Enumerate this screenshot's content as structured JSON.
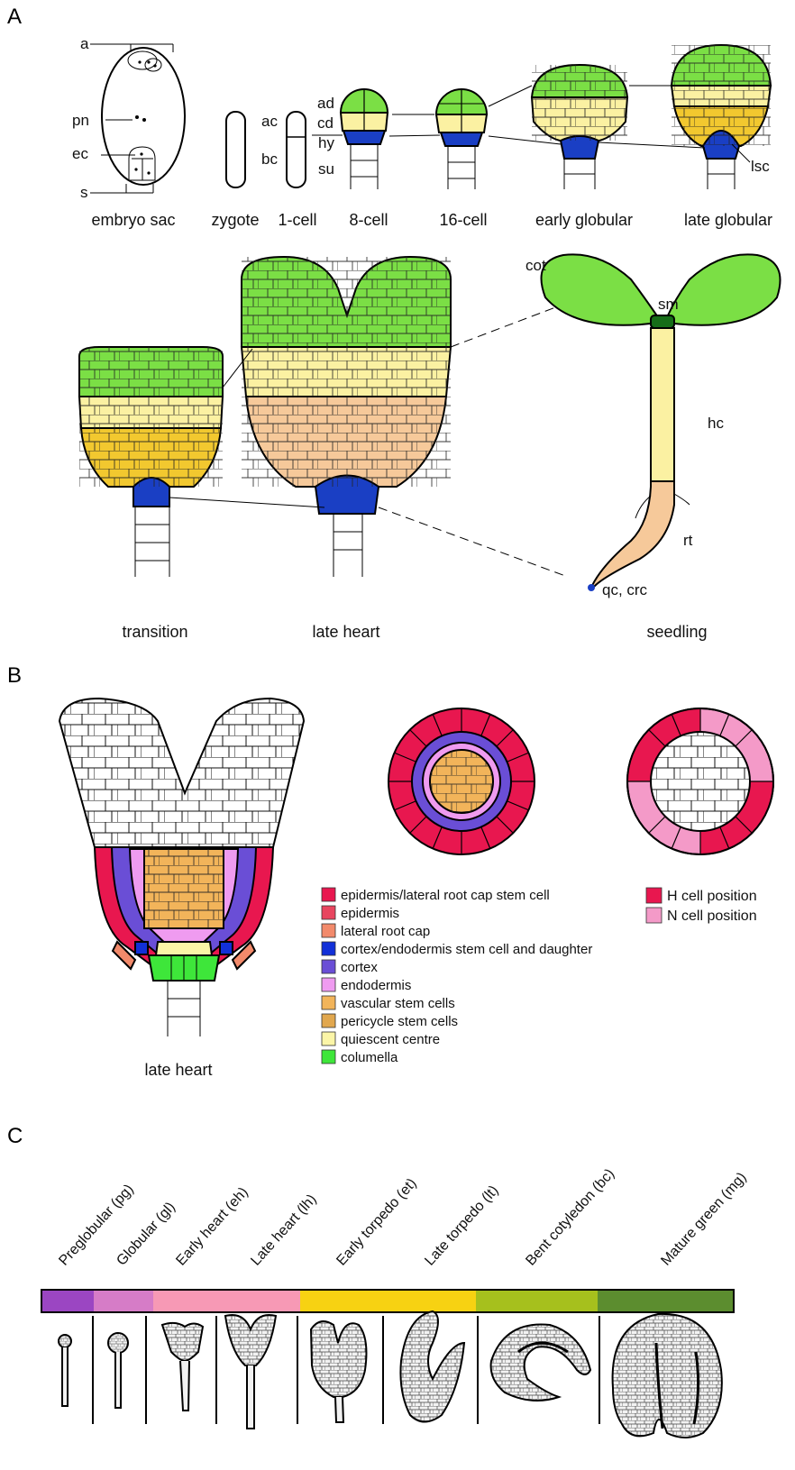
{
  "panels": {
    "a": "A",
    "b": "B",
    "c": "C"
  },
  "panel_a": {
    "embryo_sac_parts": [
      "a",
      "pn",
      "ec",
      "s"
    ],
    "cell_labels": [
      "ac",
      "bc",
      "ad",
      "cd",
      "hy",
      "su",
      "lsc"
    ],
    "stages_top": [
      "embryo sac",
      "zygote",
      "1-cell",
      "8-cell",
      "16-cell",
      "early globular",
      "late globular"
    ],
    "stages_bottom": [
      "transition",
      "late heart",
      "seedling"
    ],
    "seedling_labels": [
      "cot",
      "sm",
      "hc",
      "rt",
      "qc, crc"
    ]
  },
  "panel_b": {
    "caption": "late heart",
    "legend": [
      {
        "label": "epidermis/lateral root cap stem cell",
        "color": "#e8174f"
      },
      {
        "label": "epidermis",
        "color": "#e8455f"
      },
      {
        "label": "lateral root cap",
        "color": "#f28a6b"
      },
      {
        "label": "cortex/endodermis stem cell and daughter",
        "color": "#1230d8"
      },
      {
        "label": "cortex",
        "color": "#6a4ed6"
      },
      {
        "label": "endodermis",
        "color": "#ef9bf0"
      },
      {
        "label": "vascular stem cells",
        "color": "#f2b45a"
      },
      {
        "label": "pericycle stem cells",
        "color": "#e1a74e"
      },
      {
        "label": "quiescent centre",
        "color": "#fbf5a7"
      },
      {
        "label": "columella",
        "color": "#3ee63a"
      }
    ],
    "legend_cells": [
      {
        "label": "H cell position",
        "color": "#e8174f"
      },
      {
        "label": "N cell position",
        "color": "#f49ac8"
      }
    ]
  },
  "panel_c": {
    "stages": [
      {
        "label": "Preglobular (pg)",
        "color": "#9b46c2"
      },
      {
        "label": "Globular (gl)",
        "color": "#d67cc7"
      },
      {
        "label": "Early heart (eh)",
        "color": "#f799b5"
      },
      {
        "label": "Late heart (lh)",
        "color": "#f799b5"
      },
      {
        "label": "Early torpedo (et)",
        "color": "#f7d212"
      },
      {
        "label": "Late torpedo (lt)",
        "color": "#f7d212"
      },
      {
        "label": "Bent cotyledon (bc)",
        "color": "#a6c01d"
      },
      {
        "label": "Mature green (mg)",
        "color": "#5c8d2f"
      }
    ]
  },
  "colors": {
    "apical_green": "#7bdf45",
    "pale_yellow": "#fbf1a2",
    "dark_yellow": "#f2c82f",
    "blue": "#1a3fc4",
    "peach": "#f6c99a",
    "dark_green": "#166d18"
  }
}
